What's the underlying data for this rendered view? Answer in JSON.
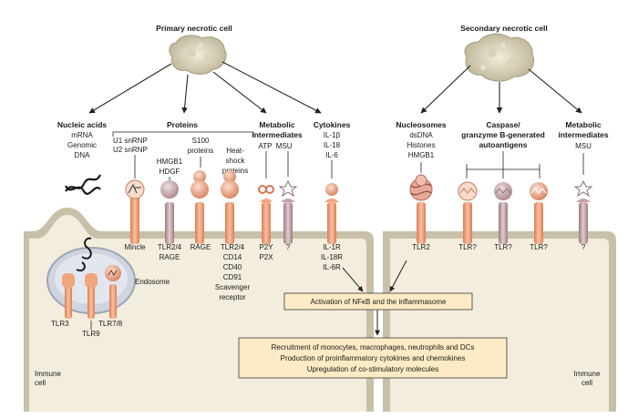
{
  "titles": {
    "primary": "Primary necrotic cell",
    "secondary": "Secondary necrotic cell"
  },
  "left_groups": {
    "nucleic_acids": {
      "heading": "Nucleic acids",
      "lines": [
        "mRNA",
        "Genomic",
        "DNA"
      ]
    },
    "proteins": {
      "heading": "Proteins"
    },
    "metabolic": {
      "heading_1": "Metabolic",
      "heading_2": "intermediates",
      "items": "ATP  MSU"
    },
    "cytokines": {
      "heading": "Cytokines",
      "lines": [
        "IL-1β",
        "IL-18",
        "IL-6"
      ]
    }
  },
  "protein_items": {
    "snrnp": [
      "U1 snRNP",
      "U2 snRNP"
    ],
    "hmgb": [
      "HMGB1",
      "HDGF"
    ],
    "s100": [
      "S100",
      "proteins"
    ],
    "heat": [
      "Heat-",
      "shock",
      "proteins"
    ],
    "rage_label": "RAGE"
  },
  "right_groups": {
    "nucleosomes": {
      "heading": "Nucleosomes",
      "lines": [
        "dsDNA",
        "Histones",
        "HMGB1"
      ]
    },
    "caspase": {
      "heading_1": "Caspase/",
      "heading_2": "granzyme B-generated",
      "heading_3": "autoantigens"
    },
    "metabolic": {
      "heading_1": "Metabolic",
      "heading_2": "intermediates",
      "items": "MSU"
    }
  },
  "receptors_left": {
    "mincle": "Mincle",
    "tlr24_a": "TLR2/4",
    "rage_a": "RAGE",
    "rage_b": "RAGE",
    "tlr24_b": "TLR2/4",
    "cd14": "CD14",
    "cd40": "CD40",
    "cd91": "CD91",
    "scavenger_1": "Scavenger",
    "scavenger_2": "receptor",
    "p2y": "P2Y",
    "p2x": "P2X",
    "unknown": "?",
    "il1r": "IL-1R",
    "il18r": "IL-18R",
    "il6r": "IL-6R"
  },
  "receptors_right": {
    "tlr2": "TLR2",
    "tlrq1": "TLR?",
    "tlrq2": "TLR?",
    "tlrq3": "TLR?",
    "unknown": "?"
  },
  "endosome": {
    "label": "Endosome",
    "tlr3": "TLR3",
    "tlr78": "TLR7/8",
    "tlr9": "TLR9"
  },
  "immune_cell": [
    "Immune",
    "cell"
  ],
  "boxes": {
    "activation": "Activation of NFκB and the inflammasome",
    "outcomes": [
      "Recruitment of monocytes, macrophages, neutrophils and DCs",
      "Production of proinflammatory cytokines and chemokines",
      "Upregulation of co-stimulatory molecules"
    ]
  },
  "colors": {
    "cell_fill": "#f2eddd",
    "cell_border": "#c7bfa8",
    "box_fill": "#fcebc4",
    "receptor_peach": "#f0a57c",
    "receptor_mauve": "#c8a2a6"
  }
}
